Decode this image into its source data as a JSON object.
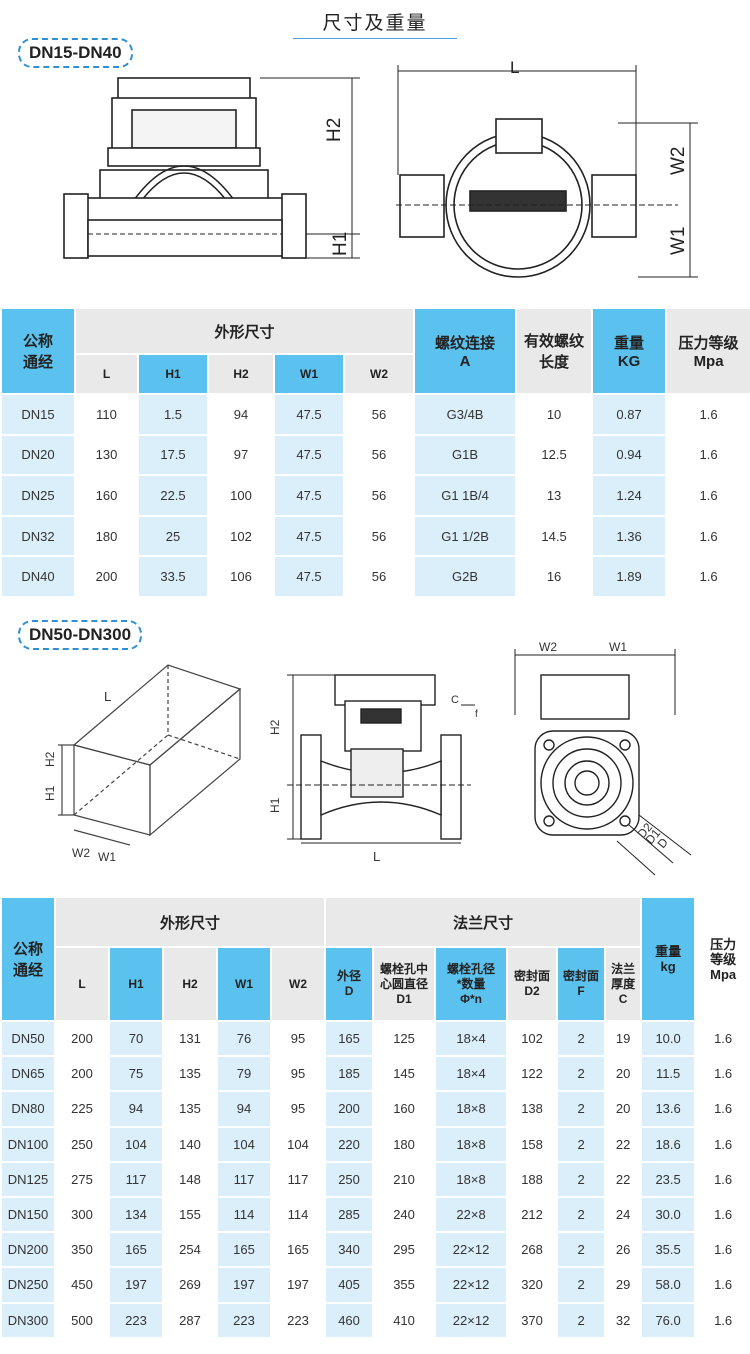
{
  "page": {
    "title": "尺寸及重量"
  },
  "section1": {
    "badge": "DN15-DN40",
    "diagram_labels": {
      "L": "L",
      "H1": "H1",
      "H2": "H2",
      "W1": "W1",
      "W2": "W2"
    },
    "table": {
      "header": {
        "nominal": "公称\n通经",
        "outer_dims": "外形尺寸",
        "thread": "螺纹连接\nA",
        "thread_len": "有效螺纹\n长度",
        "weight": "重量\nKG",
        "pressure": "压力等级\nMpa",
        "sub": [
          "L",
          "H1",
          "H2",
          "W1",
          "W2"
        ]
      },
      "rows": [
        {
          "dn": "DN15",
          "L": "110",
          "H1": "1.5",
          "H2": "94",
          "W1": "47.5",
          "W2": "56",
          "A": "G3/4B",
          "len": "10",
          "kg": "0.87",
          "mpa": "1.6"
        },
        {
          "dn": "DN20",
          "L": "130",
          "H1": "17.5",
          "H2": "97",
          "W1": "47.5",
          "W2": "56",
          "A": "G1B",
          "len": "12.5",
          "kg": "0.94",
          "mpa": "1.6"
        },
        {
          "dn": "DN25",
          "L": "160",
          "H1": "22.5",
          "H2": "100",
          "W1": "47.5",
          "W2": "56",
          "A": "G1  1B/4",
          "len": "13",
          "kg": "1.24",
          "mpa": "1.6"
        },
        {
          "dn": "DN32",
          "L": "180",
          "H1": "25",
          "H2": "102",
          "W1": "47.5",
          "W2": "56",
          "A": "G1  1/2B",
          "len": "14.5",
          "kg": "1.36",
          "mpa": "1.6"
        },
        {
          "dn": "DN40",
          "L": "200",
          "H1": "33.5",
          "H2": "106",
          "W1": "47.5",
          "W2": "56",
          "A": "G2B",
          "len": "16",
          "kg": "1.89",
          "mpa": "1.6"
        }
      ]
    }
  },
  "section2": {
    "badge": "DN50-DN300",
    "diagram_labels": {
      "L": "L",
      "H1": "H1",
      "H2": "H2",
      "W1": "W1",
      "W2": "W2",
      "C": "C",
      "f": "f",
      "D": "D",
      "D1": "D1",
      "D2": "D2"
    },
    "table": {
      "header": {
        "nominal": "公称\n通经",
        "outer_dims": "外形尺寸",
        "flange_dims": "法兰尺寸",
        "weight": "重量\nkg",
        "pressure": "压力\n等级\nMpa",
        "sub_outer": [
          "L",
          "H1",
          "H2",
          "W1",
          "W2"
        ],
        "sub_flange": [
          "外径\nD",
          "螺栓孔中\n心圆直径\nD1",
          "螺栓孔径\n*数量\nΦ*n",
          "密封面\nD2",
          "密封面\nF",
          "法兰\n厚度\nC"
        ]
      },
      "rows": [
        {
          "dn": "DN50",
          "L": "200",
          "H1": "70",
          "H2": "131",
          "W1": "76",
          "W2": "95",
          "D": "165",
          "D1": "125",
          "n": "18×4",
          "D2": "102",
          "F": "2",
          "C": "19",
          "kg": "10.0",
          "mpa": "1.6"
        },
        {
          "dn": "DN65",
          "L": "200",
          "H1": "75",
          "H2": "135",
          "W1": "79",
          "W2": "95",
          "D": "185",
          "D1": "145",
          "n": "18×4",
          "D2": "122",
          "F": "2",
          "C": "20",
          "kg": "11.5",
          "mpa": "1.6"
        },
        {
          "dn": "DN80",
          "L": "225",
          "H1": "94",
          "H2": "135",
          "W1": "94",
          "W2": "95",
          "D": "200",
          "D1": "160",
          "n": "18×8",
          "D2": "138",
          "F": "2",
          "C": "20",
          "kg": "13.6",
          "mpa": "1.6"
        },
        {
          "dn": "DN100",
          "L": "250",
          "H1": "104",
          "H2": "140",
          "W1": "104",
          "W2": "104",
          "D": "220",
          "D1": "180",
          "n": "18×8",
          "D2": "158",
          "F": "2",
          "C": "22",
          "kg": "18.6",
          "mpa": "1.6"
        },
        {
          "dn": "DN125",
          "L": "275",
          "H1": "117",
          "H2": "148",
          "W1": "117",
          "W2": "117",
          "D": "250",
          "D1": "210",
          "n": "18×8",
          "D2": "188",
          "F": "2",
          "C": "22",
          "kg": "23.5",
          "mpa": "1.6"
        },
        {
          "dn": "DN150",
          "L": "300",
          "H1": "134",
          "H2": "155",
          "W1": "114",
          "W2": "114",
          "D": "285",
          "D1": "240",
          "n": "22×8",
          "D2": "212",
          "F": "2",
          "C": "24",
          "kg": "30.0",
          "mpa": "1.6"
        },
        {
          "dn": "DN200",
          "L": "350",
          "H1": "165",
          "H2": "254",
          "W1": "165",
          "W2": "165",
          "D": "340",
          "D1": "295",
          "n": "22×12",
          "D2": "268",
          "F": "2",
          "C": "26",
          "kg": "35.5",
          "mpa": "1.6"
        },
        {
          "dn": "DN250",
          "L": "450",
          "H1": "197",
          "H2": "269",
          "W1": "197",
          "W2": "197",
          "D": "405",
          "D1": "355",
          "n": "22×12",
          "D2": "320",
          "F": "2",
          "C": "29",
          "kg": "58.0",
          "mpa": "1.6"
        },
        {
          "dn": "DN300",
          "L": "500",
          "H1": "223",
          "H2": "287",
          "W1": "223",
          "W2": "223",
          "D": "460",
          "D1": "410",
          "n": "22×12",
          "D2": "370",
          "F": "2",
          "C": "32",
          "kg": "76.0",
          "mpa": "1.6"
        }
      ]
    }
  }
}
